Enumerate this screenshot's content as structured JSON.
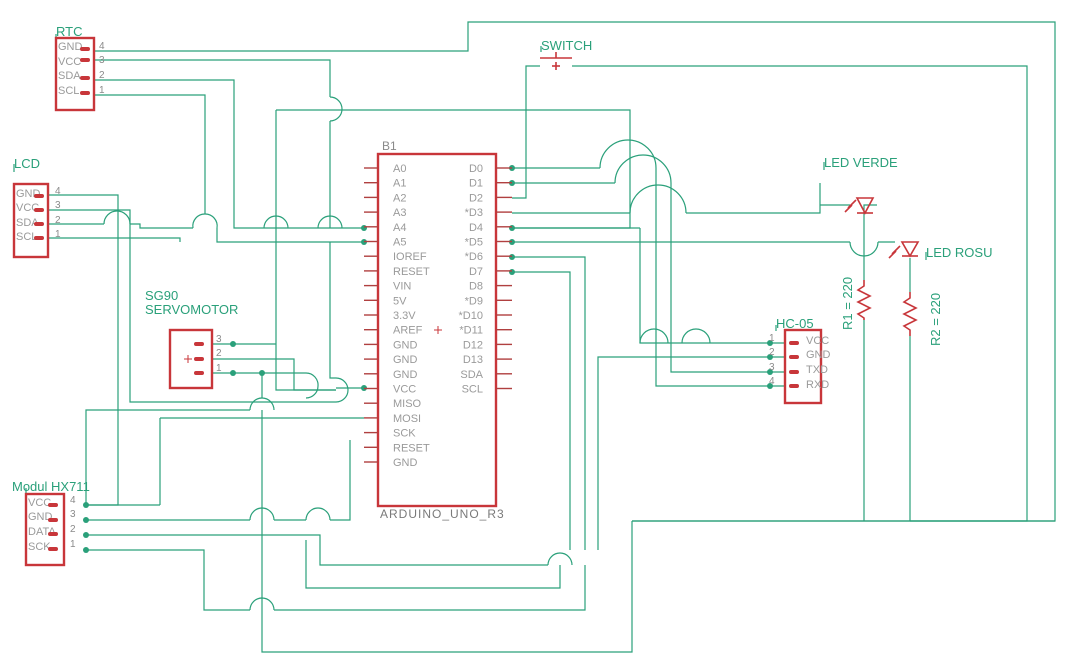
{
  "rtc": {
    "name": "RTC",
    "pins": [
      "GND",
      "VCC",
      "SDA",
      "SCL"
    ],
    "nums": [
      "4",
      "3",
      "2",
      "1"
    ]
  },
  "lcd": {
    "name": "LCD",
    "pins": [
      "GND",
      "VCC",
      "SDA",
      "SCL"
    ],
    "nums": [
      "4",
      "3",
      "2",
      "1"
    ]
  },
  "servo": {
    "name_line1": "SG90",
    "name_line2": "SERVOMOTOR",
    "nums": [
      "3",
      "2",
      "1"
    ]
  },
  "hx711": {
    "name": "Modul HX711",
    "pins": [
      "VCC",
      "GND",
      "DATA",
      "SCK"
    ],
    "nums": [
      "4",
      "3",
      "2",
      "1"
    ]
  },
  "arduino": {
    "ref": "B1",
    "value": "ARDUINO_UNO_R3",
    "left_pins": [
      "A0",
      "A1",
      "A2",
      "A3",
      "A4",
      "A5",
      "IOREF",
      "RESET",
      "VIN",
      "5V",
      "3.3V",
      "AREF",
      "GND",
      "GND",
      "GND",
      "VCC",
      "MISO",
      "MOSI",
      "SCK",
      "RESET",
      "GND"
    ],
    "right_pins": [
      "D0",
      "D1",
      "D2",
      "*D3",
      "D4",
      "*D5",
      "*D6",
      "D7",
      "D8",
      "*D9",
      "*D10",
      "*D11",
      "D12",
      "D13",
      "SDA",
      "SCL"
    ]
  },
  "switch": {
    "name": "SWITCH"
  },
  "led_green": {
    "name": "LED VERDE"
  },
  "led_red": {
    "name": "LED ROSU"
  },
  "r1": {
    "label": "R1 = 220"
  },
  "r2": {
    "label": "R2 = 220"
  },
  "hc05": {
    "name": "HC-05",
    "pins": [
      "VCC",
      "GND",
      "TXD",
      "RXD"
    ],
    "nums": [
      "1",
      "2",
      "3",
      "4"
    ]
  },
  "colors": {
    "wire": "#2aa07a",
    "part": "#c8363a",
    "pin_text": "#9a9a9a"
  }
}
